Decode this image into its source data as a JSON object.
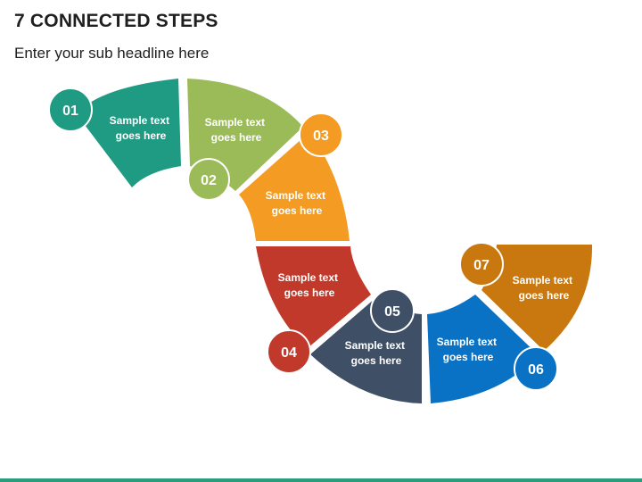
{
  "header": {
    "title": "7 CONNECTED STEPS",
    "subtitle": "Enter your sub headline here"
  },
  "steps": [
    {
      "number": "01",
      "line1": "Sample text",
      "line2": "goes here",
      "color": "#1e9b82"
    },
    {
      "number": "02",
      "line1": "Sample text",
      "line2": "goes here",
      "color": "#9bbb59"
    },
    {
      "number": "03",
      "line1": "Sample text",
      "line2": "goes here",
      "color": "#f39b22"
    },
    {
      "number": "04",
      "line1": "Sample text",
      "line2": "goes here",
      "color": "#c0392b"
    },
    {
      "number": "05",
      "line1": "Sample text",
      "line2": "goes here",
      "color": "#3f5066"
    },
    {
      "number": "06",
      "line1": "Sample text",
      "line2": "goes here",
      "color": "#0a72c5"
    },
    {
      "number": "07",
      "line1": "Sample text",
      "line2": "goes here",
      "color": "#c8780e"
    }
  ]
}
